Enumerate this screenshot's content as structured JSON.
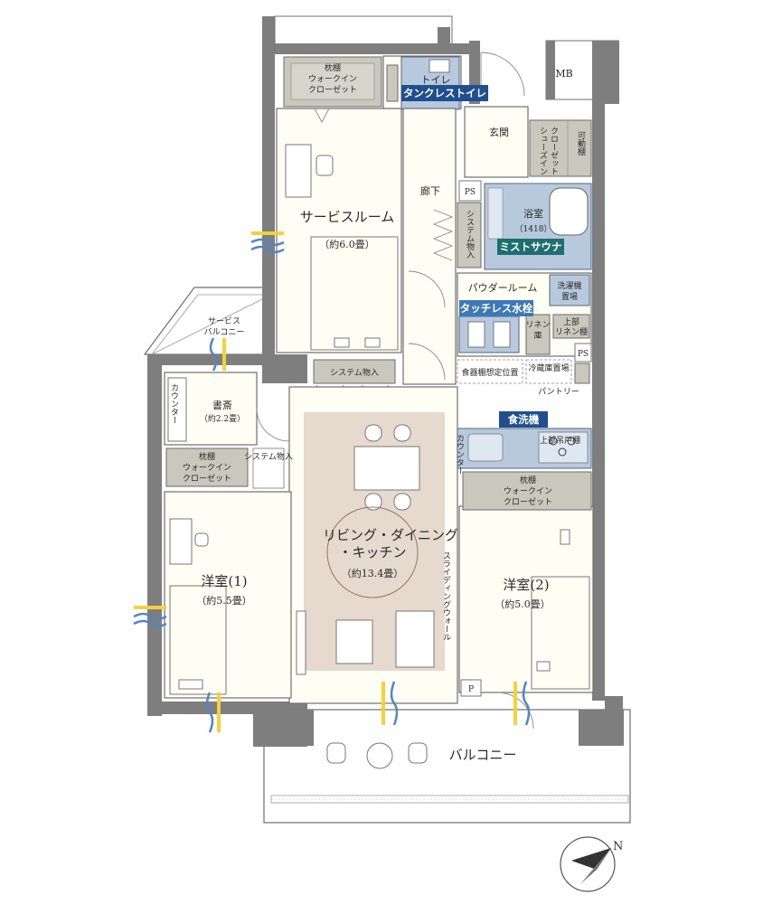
{
  "rooms": {
    "toilet": "トイレ",
    "entrance": "玄関",
    "hallway": "廊下",
    "mb": "MB",
    "ps": "PS",
    "p": "P",
    "service_room": {
      "name": "サービスルーム",
      "size": "（約6.0畳）"
    },
    "bath": {
      "name": "浴室",
      "size": "（1418）"
    },
    "powder": "パウダールーム",
    "study": {
      "name": "書斎",
      "size": "（約2.2畳）"
    },
    "ldk": {
      "line1": "リビング・ダイニング",
      "line2": "・キッチン",
      "size": "（約13.4畳）"
    },
    "western1": {
      "name": "洋室(1)",
      "size": "（約5.5畳）"
    },
    "western2": {
      "name": "洋室(2)",
      "size": "（約5.0畳）"
    },
    "balcony": "バルコニー",
    "service_balcony": {
      "line1": "サービス",
      "line2": "バルコニー"
    }
  },
  "closets": {
    "wic_top": {
      "line1": "枕棚",
      "line2": "ウォークイン",
      "line3": "クローゼット"
    },
    "shoes": {
      "line1": "シューズイン",
      "line2": "クローゼット",
      "extra": "可動棚"
    },
    "system_storage_hall": "システム物入",
    "system_storage_mid": "システム物入",
    "wic_left": {
      "line1": "枕棚",
      "line2": "ウォークイン",
      "line3": "クローゼット"
    },
    "system_storage_small": "システム物入",
    "wic_right": {
      "line1": "枕棚",
      "line2": "ウォークイン",
      "line3": "クローゼット"
    },
    "counter_study": "カウンター",
    "washer": {
      "line1": "洗濯機",
      "line2": "置場"
    },
    "linen": {
      "line1": "リネン",
      "line2": "庫"
    },
    "linen_upper": {
      "line1": "上部",
      "line2": "リネン棚"
    },
    "dish_rack": "食器棚想定位置",
    "fridge": "冷蔵庫置場",
    "pantry": "パントリー",
    "kitchen_counter": "カウンター",
    "kitchen_upper": "上部吊戸棚",
    "sliding_wall": "スライディングウォール"
  },
  "badges": {
    "tankless": "タンクレストイレ",
    "mist_sauna": "ミストサウナ",
    "touchless": "タッチレス水栓",
    "dishwasher": "食洗機"
  },
  "compass": {
    "label": "N"
  },
  "colors": {
    "badge_blue": "#1f4f8f",
    "badge_teal": "#1e6f6f",
    "badge_lightblue": "#3e79b7",
    "ldk_highlight": "#e6d9ce",
    "closet": "#c9c8bd",
    "wet_area": "#b7c9dd"
  }
}
